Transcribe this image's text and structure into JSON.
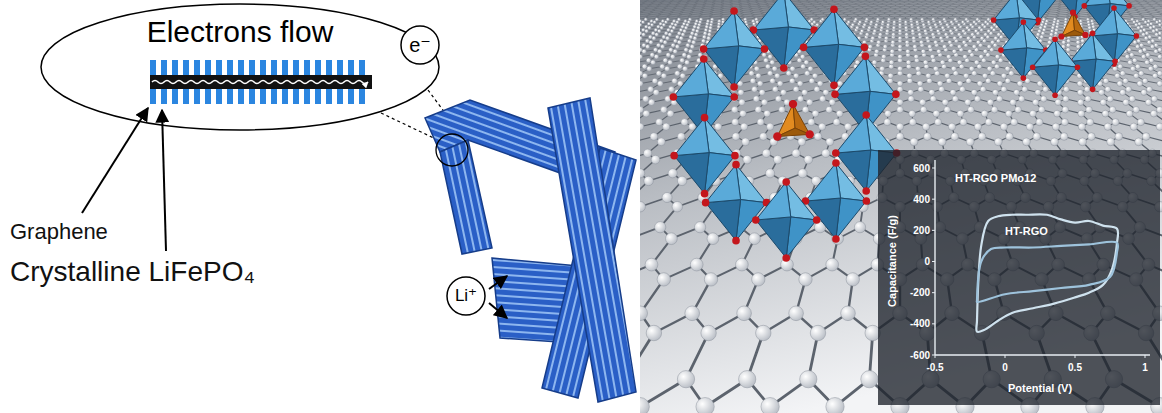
{
  "diagram": {
    "nodes": [
      {
        "text": [
          "Electrons flow"
        ]
      },
      {
        "text": [
          "e⁻"
        ]
      },
      {
        "text": [
          "Li⁺"
        ]
      }
    ],
    "labels": [
      "Graphene",
      "Crystalline LiFePO₄",
      "HT-RGO PMo12",
      "HT-RGO",
      "600",
      "400",
      "200",
      "0",
      "-200",
      "-400",
      "-600",
      "-0.5",
      "0",
      "0.5",
      "1",
      "Capacitance (F/g)",
      "Potential (V)"
    ]
  }
}
